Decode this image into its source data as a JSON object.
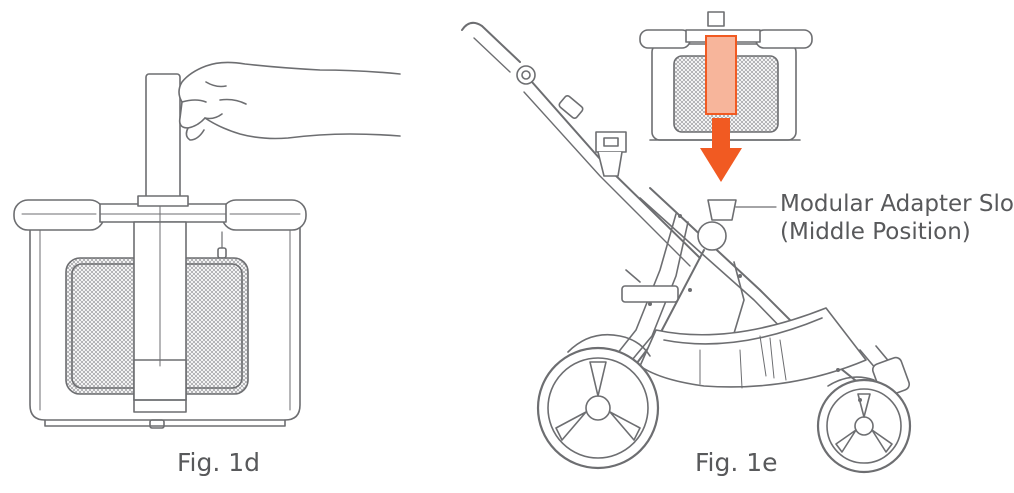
{
  "figures": {
    "left_caption": "Fig. 1d",
    "right_caption": "Fig. 1e"
  },
  "callout": {
    "line1": "Modular Adapter Slot",
    "line2": "(Middle Position)"
  },
  "colors": {
    "line": "#6d6e71",
    "text": "#58595b",
    "accent": "#f15a22",
    "accent_light": "#f7b59b",
    "mesh": "#bdbec0"
  }
}
